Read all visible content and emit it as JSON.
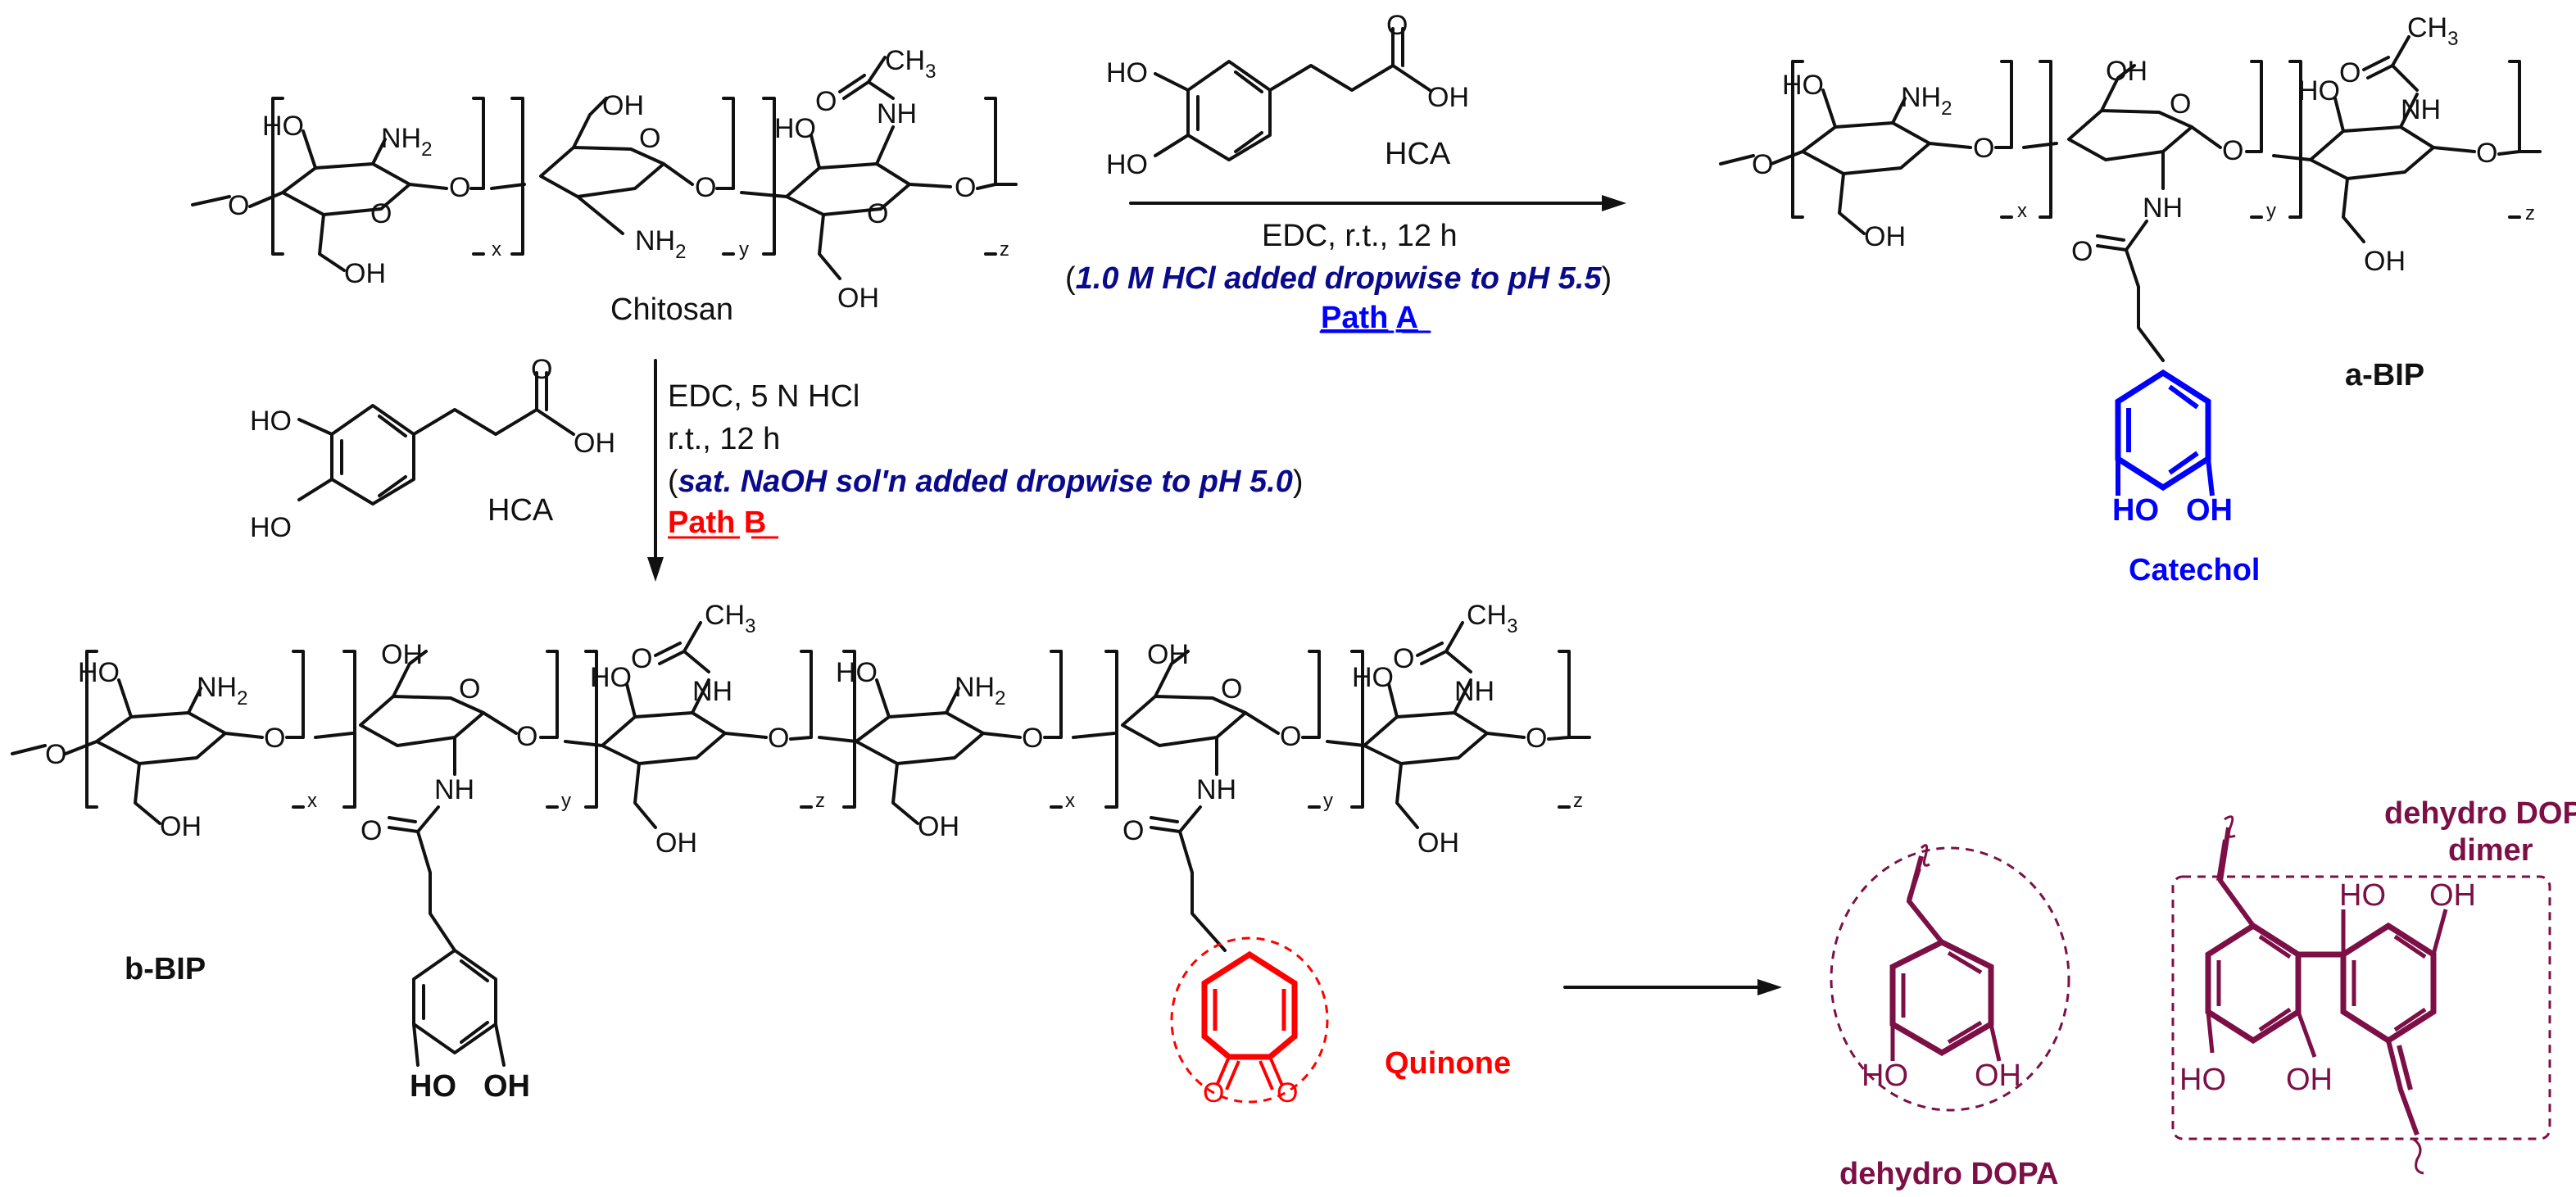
{
  "colors": {
    "black": "#111111",
    "catechol_blue": "#0000ff",
    "condition_navy": "#0a0a8c",
    "quinone_red": "#ff0000",
    "dehydro_maroon": "#7c1046"
  },
  "chitosan": {
    "name": "Chitosan",
    "ho": "HO",
    "nh2": "NH",
    "nh2_sub": "2",
    "oh": "OH",
    "o": "O",
    "nh": "NH",
    "ch3": "CH",
    "ch3_sub": "3",
    "x": "x",
    "y": "y",
    "z": "z"
  },
  "hca": {
    "name": "HCA",
    "ho": "HO",
    "oh": "OH",
    "o": "O"
  },
  "path_a": {
    "conditions_1": "EDC, r.t., 12 h",
    "conditions_2_open": "(",
    "conditions_2_italic": "1.0 M HCl added dropwise to pH 5.5",
    "conditions_2_close": ")",
    "path_word": "Path",
    "path_letter": "A"
  },
  "path_b": {
    "conditions_1": "EDC, 5 N HCl",
    "conditions_2": "r.t., 12 h",
    "conditions_3_open": "(",
    "conditions_3_italic": "sat. NaOH sol'n added dropwise to pH 5.0",
    "conditions_3_close": ")",
    "path_word": "Path",
    "path_letter": "B"
  },
  "products": {
    "a_bip": "a-BIP",
    "b_bip": "b-BIP",
    "catechol": "Catechol",
    "quinone": "Quinone",
    "dehydro_dopa": "dehydro DOPA",
    "dimer_line1": "dehydro DOPA",
    "dimer_line2": "dimer",
    "catechol_ho": "HO",
    "catechol_oh": "OH",
    "q_o": "O"
  }
}
